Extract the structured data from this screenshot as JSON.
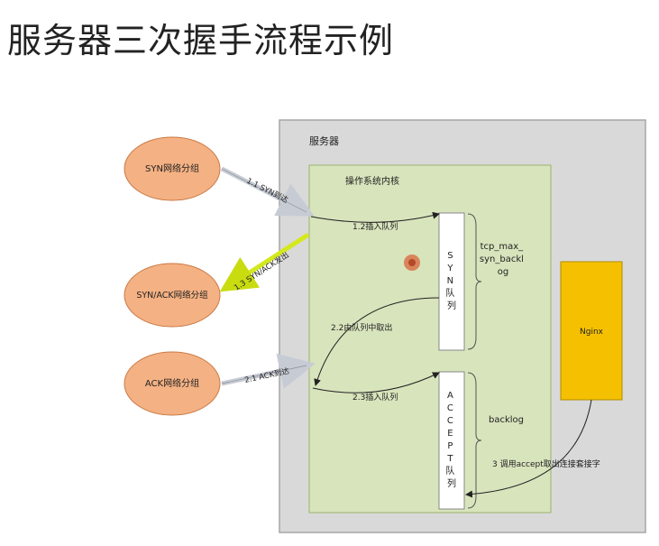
{
  "title": "服务器三次握手流程示例",
  "diagram": {
    "server_label": "服务器",
    "kernel_label": "操作系统内核",
    "nodes": {
      "syn_packet": "SYN网络分组",
      "synack_packet": "SYN/ACK网络分组",
      "ack_packet": "ACK网络分组",
      "nginx": "Nginx"
    },
    "queues": {
      "syn": "SYN队列",
      "accept": "ACCEPT队列"
    },
    "params": {
      "syn_backlog": "tcp_max_syn_backlog",
      "backlog": "backlog"
    },
    "steps": {
      "s1_1": "1.1 SYN到达",
      "s1_2": "1.2插入队列",
      "s1_3": "1.3 SYN/ACK发出",
      "s2_1": "2.1 ACK到达",
      "s2_2": "2.2由队列中取出",
      "s2_3": "2.3插入队列",
      "s3": "3 调用accept取出连接套接字"
    },
    "colors": {
      "server_bg": "#d9d9d9",
      "kernel_bg": "#d8e4bc",
      "ellipse_fill": "#f4b183",
      "nginx_fill": "#f5c000",
      "highlight_arrow": "#d4e81e"
    }
  }
}
